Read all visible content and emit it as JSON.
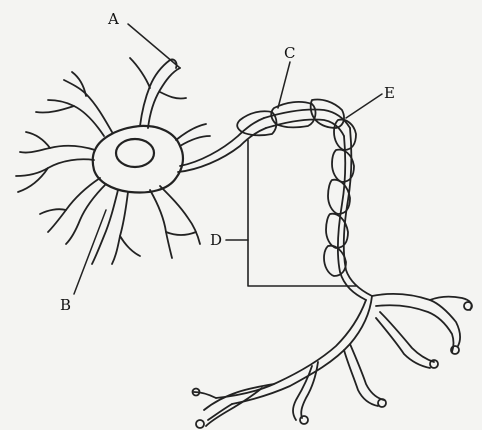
{
  "labels": {
    "A": "A",
    "B": "B",
    "C": "C",
    "D": "D",
    "E": "E"
  },
  "colors": {
    "ink": "#222222",
    "background": "#f4f4f2"
  }
}
